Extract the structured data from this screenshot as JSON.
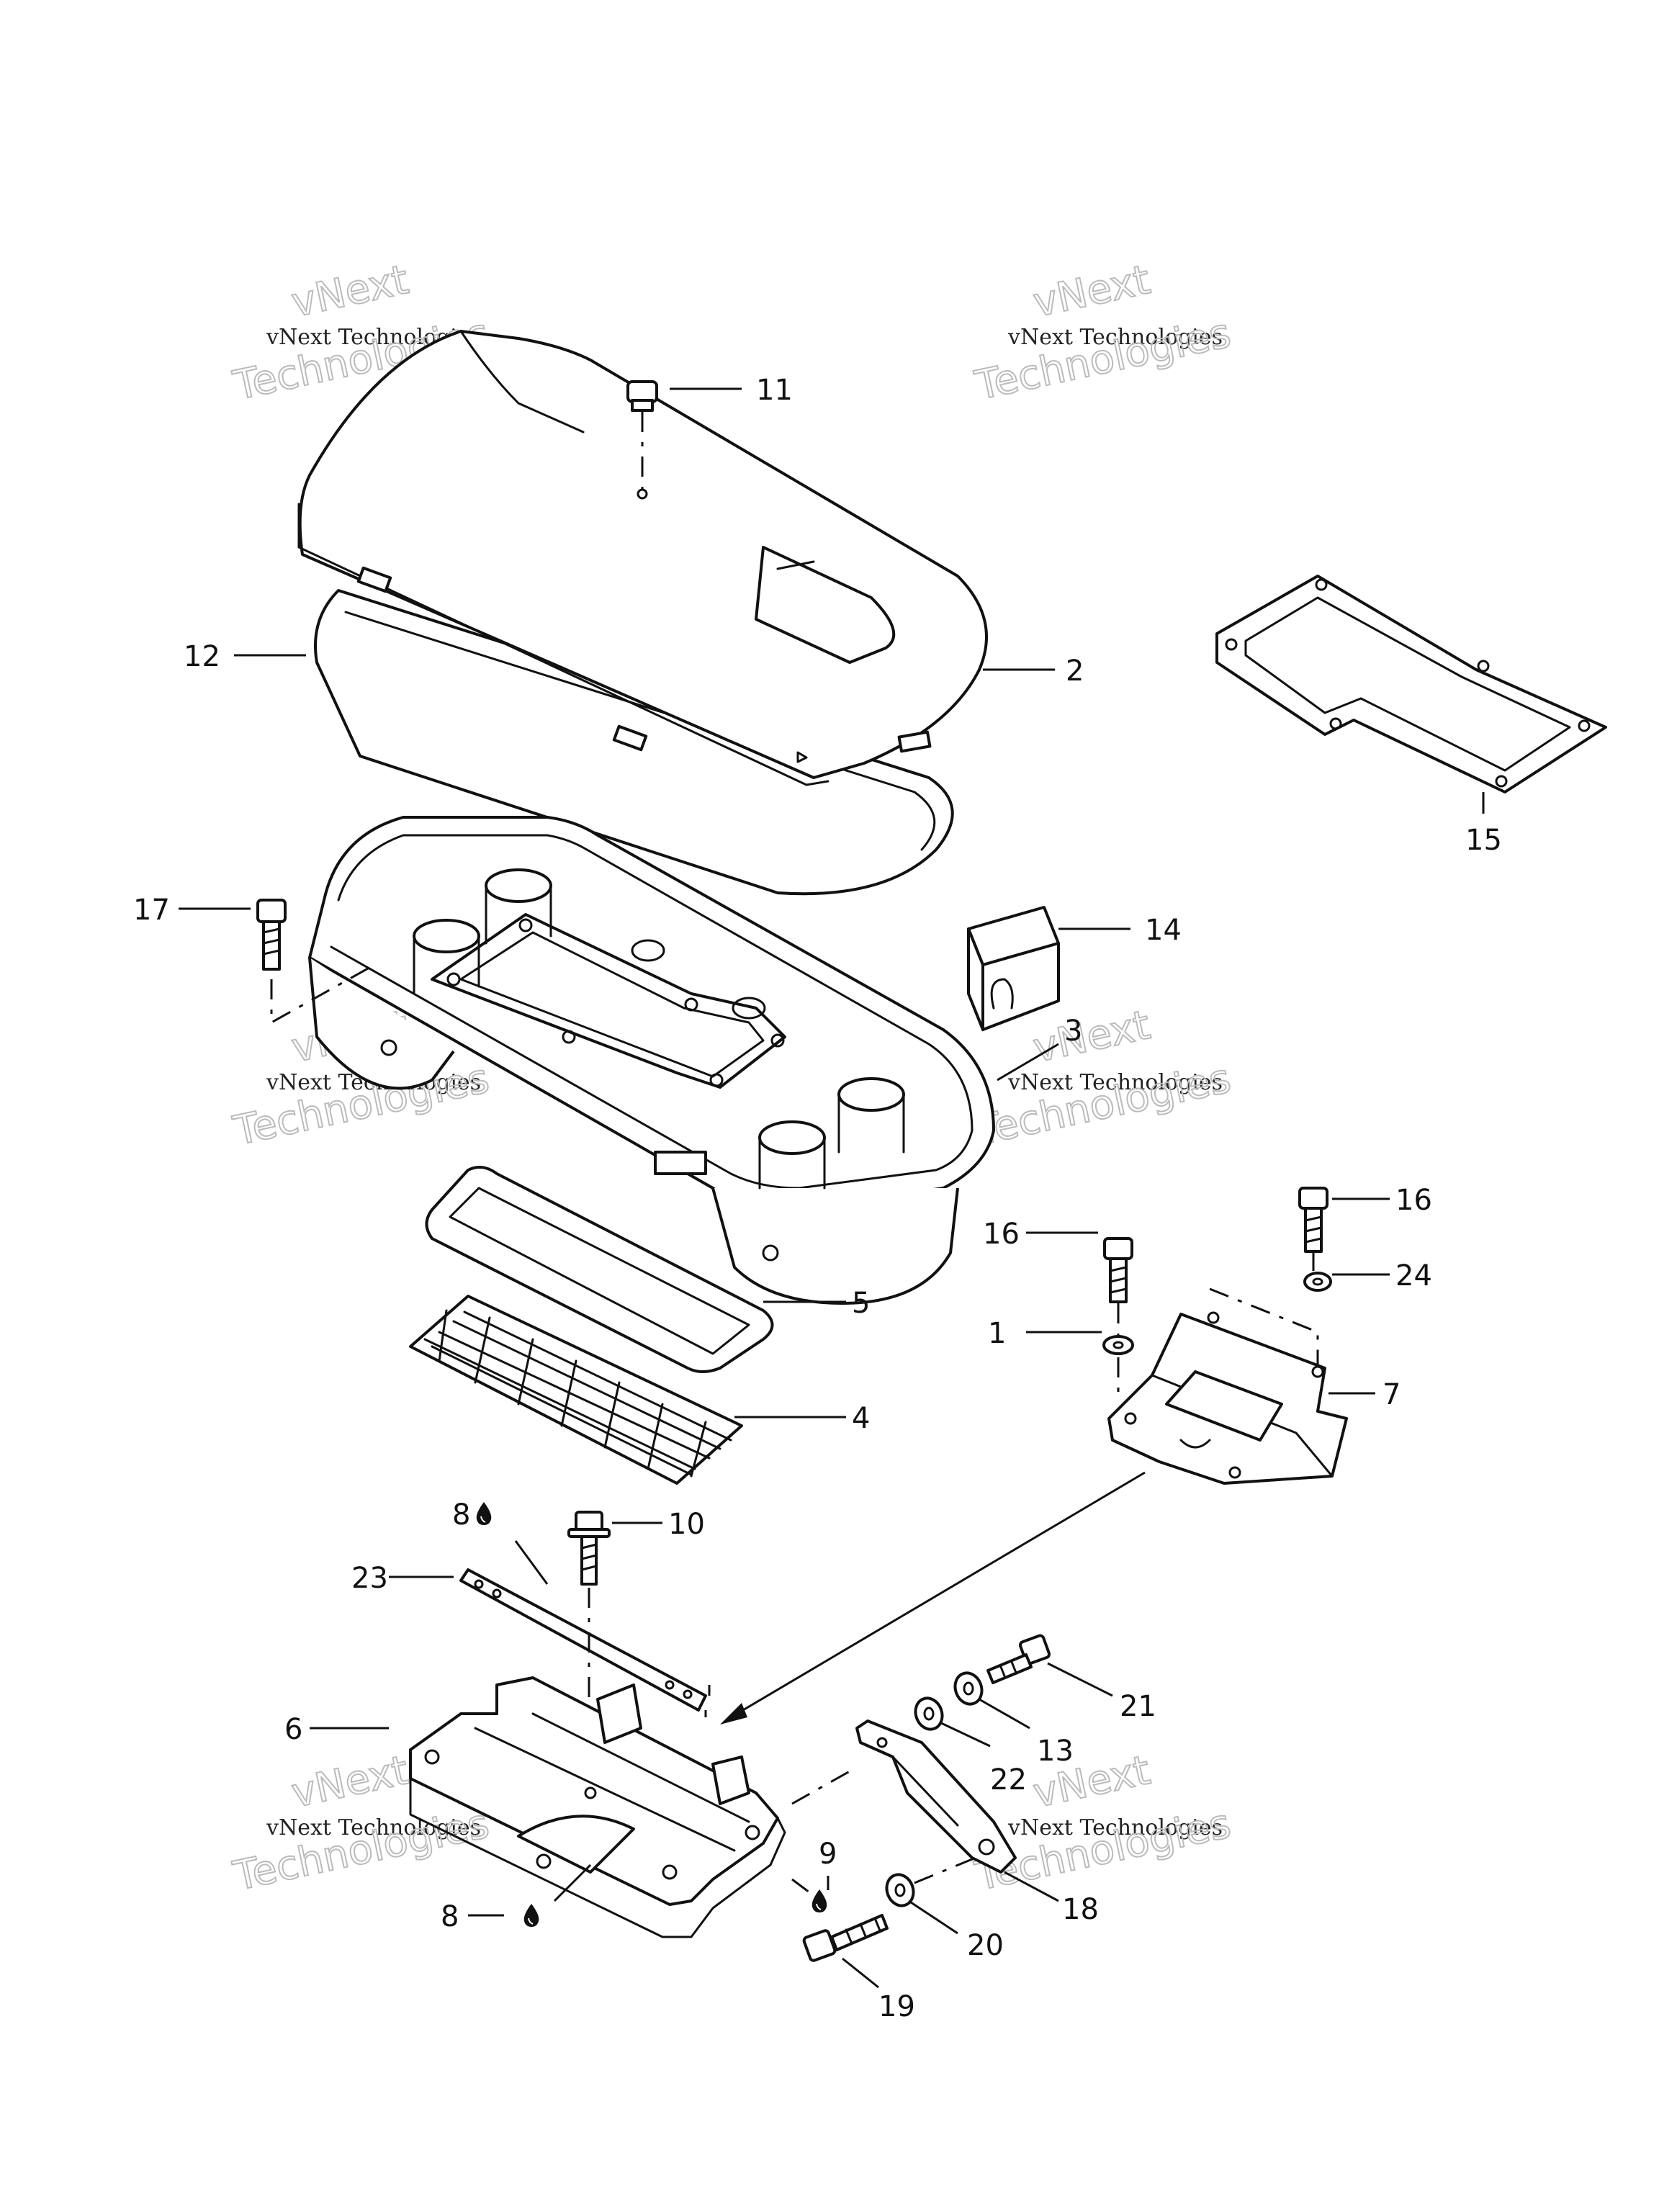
{
  "callouts": [
    "11",
    "2",
    "12",
    "15",
    "17",
    "14",
    "3",
    "16",
    "16",
    "24",
    "5",
    "1",
    "7",
    "4",
    "8",
    "10",
    "23",
    "21",
    "6",
    "13",
    "22",
    "9",
    "18",
    "8",
    "20",
    "19"
  ],
  "watermark": {
    "line1": "vNext",
    "line2": "vNext Technologies",
    "line3": "Technologies"
  },
  "icons": [
    "oil-drop-icon"
  ],
  "colors": {
    "ink": "#111111",
    "paper": "#ffffff"
  }
}
